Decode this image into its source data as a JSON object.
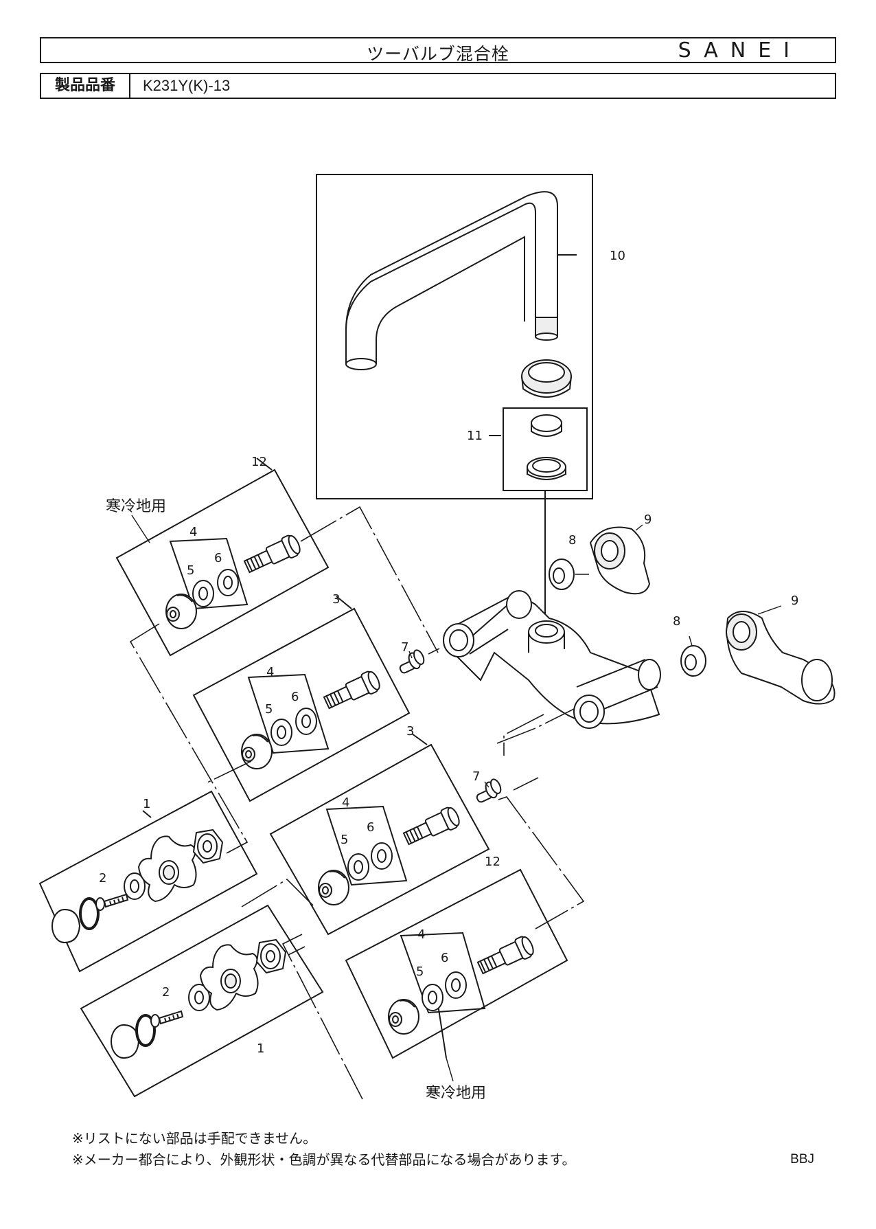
{
  "header": {
    "title": "ツーバルブ混合栓",
    "brand": "SANEI",
    "part_number_label": "製品品番",
    "part_number": "K231Y(K)-13"
  },
  "callouts": {
    "c1a": "1",
    "c1b": "1",
    "c2a": "2",
    "c2b": "2",
    "c3a": "3",
    "c3b": "3",
    "c4a": "4",
    "c4b": "4",
    "c4c": "4",
    "c4d": "4",
    "c5a": "5",
    "c5b": "5",
    "c5c": "5",
    "c5d": "5",
    "c6a": "6",
    "c6b": "6",
    "c6c": "6",
    "c6d": "6",
    "c7a": "7",
    "c7b": "7",
    "c8a": "8",
    "c8b": "8",
    "c9a": "9",
    "c9b": "9",
    "c10": "10",
    "c11": "11",
    "c12a": "12",
    "c12b": "12"
  },
  "labels": {
    "cold_region_top": "寒冷地用",
    "cold_region_bottom": "寒冷地用"
  },
  "notes": [
    "※リストにない部品は手配できません。",
    "※メーカー都合により、外観形状・色調が異なる代替部品になる場合があります。"
  ],
  "footer_code": "BBJ",
  "colors": {
    "line": "#1a1a1a",
    "fill": "#ffffff",
    "shade": "#dddddd"
  }
}
